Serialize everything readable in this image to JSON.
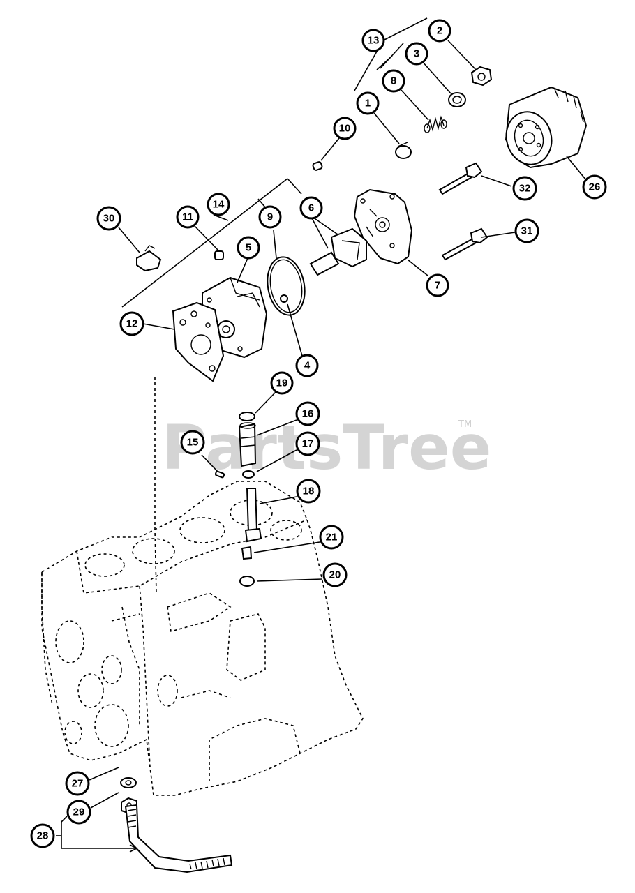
{
  "watermark": {
    "text": "PartsTree",
    "tm": "TM"
  },
  "callouts": {
    "c1": "1",
    "c2": "2",
    "c3": "3",
    "c4": "4",
    "c5": "5",
    "c6": "6",
    "c7": "7",
    "c8": "8",
    "c9": "9",
    "c10": "10",
    "c11": "11",
    "c12": "12",
    "c13": "13",
    "c14": "14",
    "c15": "15",
    "c16": "16",
    "c17": "17",
    "c18": "18",
    "c19": "19",
    "c20": "20",
    "c21": "21",
    "c26": "26",
    "c27": "27",
    "c28": "28",
    "c29": "29",
    "c30": "30",
    "c31": "31",
    "c32": "32"
  }
}
